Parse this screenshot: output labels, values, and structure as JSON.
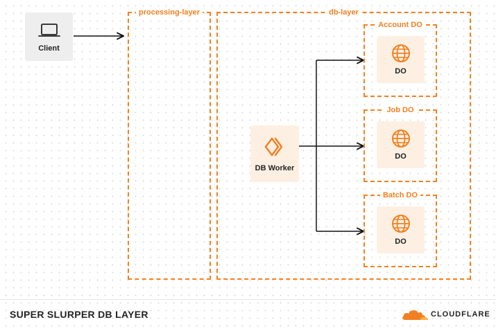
{
  "diagram": {
    "footer_title": "SUPER SLURPER DB LAYER",
    "brand": {
      "name": "CLOUDFLARE",
      "color": "#f38020",
      "icon": "cloudflare-cloud-icon"
    },
    "accent_color": "#f38020",
    "client": {
      "label": "Client",
      "icon": "laptop-icon"
    },
    "frames": {
      "processing": {
        "label": "processing-layer"
      },
      "db": {
        "label": "db-layer"
      },
      "account": {
        "label": "Account DO"
      },
      "job": {
        "label": "Job DO"
      },
      "batch": {
        "label": "Batch DO"
      }
    },
    "worker": {
      "label": "DB Worker",
      "icon": "workers-chevrons-icon"
    },
    "durable_objects": [
      {
        "label": "DO",
        "icon": "globe-icon"
      },
      {
        "label": "DO",
        "icon": "globe-icon"
      },
      {
        "label": "DO",
        "icon": "globe-icon"
      }
    ],
    "edges": [
      {
        "from": "Client",
        "to": "processing-layer"
      },
      {
        "from": "DB Worker",
        "to": "Account DO"
      },
      {
        "from": "DB Worker",
        "to": "Job DO"
      },
      {
        "from": "DB Worker",
        "to": "Batch DO"
      }
    ]
  }
}
